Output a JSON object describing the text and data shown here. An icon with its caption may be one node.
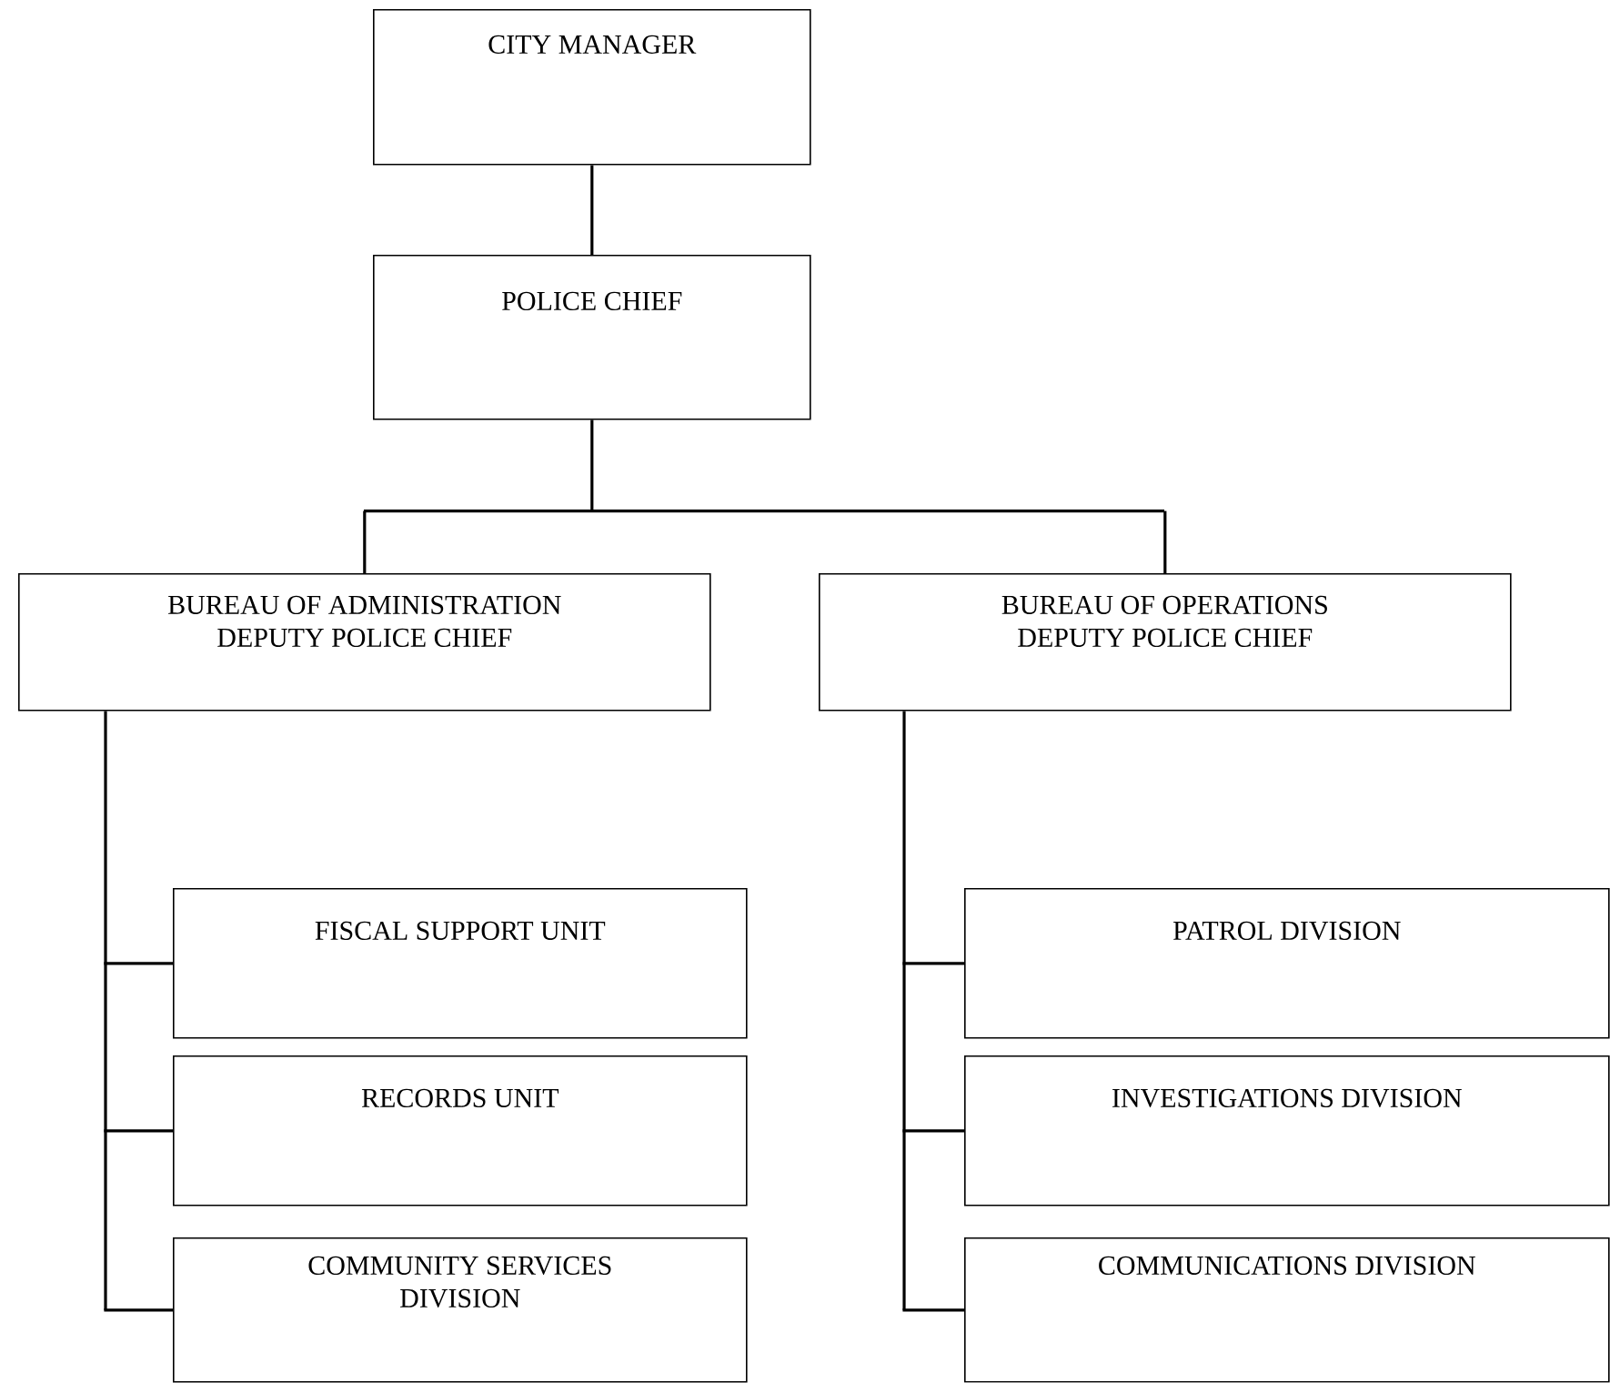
{
  "diagram": {
    "nodes": [
      {
        "text": [
          "CITY MANAGER"
        ]
      },
      {
        "text": [
          "POLICE CHIEF"
        ]
      },
      {
        "text": [
          "BUREAU OF ADMINISTRATION DEPUTY POLICE CHIEF"
        ]
      },
      {
        "text": [
          "BUREAU OF OPERATIONS DEPUTY POLICE CHIEF"
        ]
      },
      {
        "text": [
          "FISCAL SUPPORT UNIT"
        ]
      },
      {
        "text": [
          "RECORDS UNIT"
        ]
      },
      {
        "text": [
          "COMMUNITY SERVICES DIVISION"
        ]
      },
      {
        "text": [
          "PATROL DIVISION"
        ]
      },
      {
        "text": [
          "INVESTIGATIONS DIVISION"
        ]
      },
      {
        "text": [
          "COMMUNICATIONS DIVISION"
        ]
      }
    ],
    "edges": [
      {
        "from": 0,
        "to": 1,
        "arrow": "none"
      },
      {
        "from": 1,
        "to": 2,
        "arrow": "none"
      },
      {
        "from": 1,
        "to": 3,
        "arrow": "none"
      },
      {
        "from": 2,
        "to": 4,
        "arrow": "none"
      },
      {
        "from": 2,
        "to": 5,
        "arrow": "none"
      },
      {
        "from": 2,
        "to": 6,
        "arrow": "none"
      },
      {
        "from": 3,
        "to": 7,
        "arrow": "none"
      },
      {
        "from": 3,
        "to": 8,
        "arrow": "none"
      },
      {
        "from": 3,
        "to": 9,
        "arrow": "none"
      }
    ]
  }
}
